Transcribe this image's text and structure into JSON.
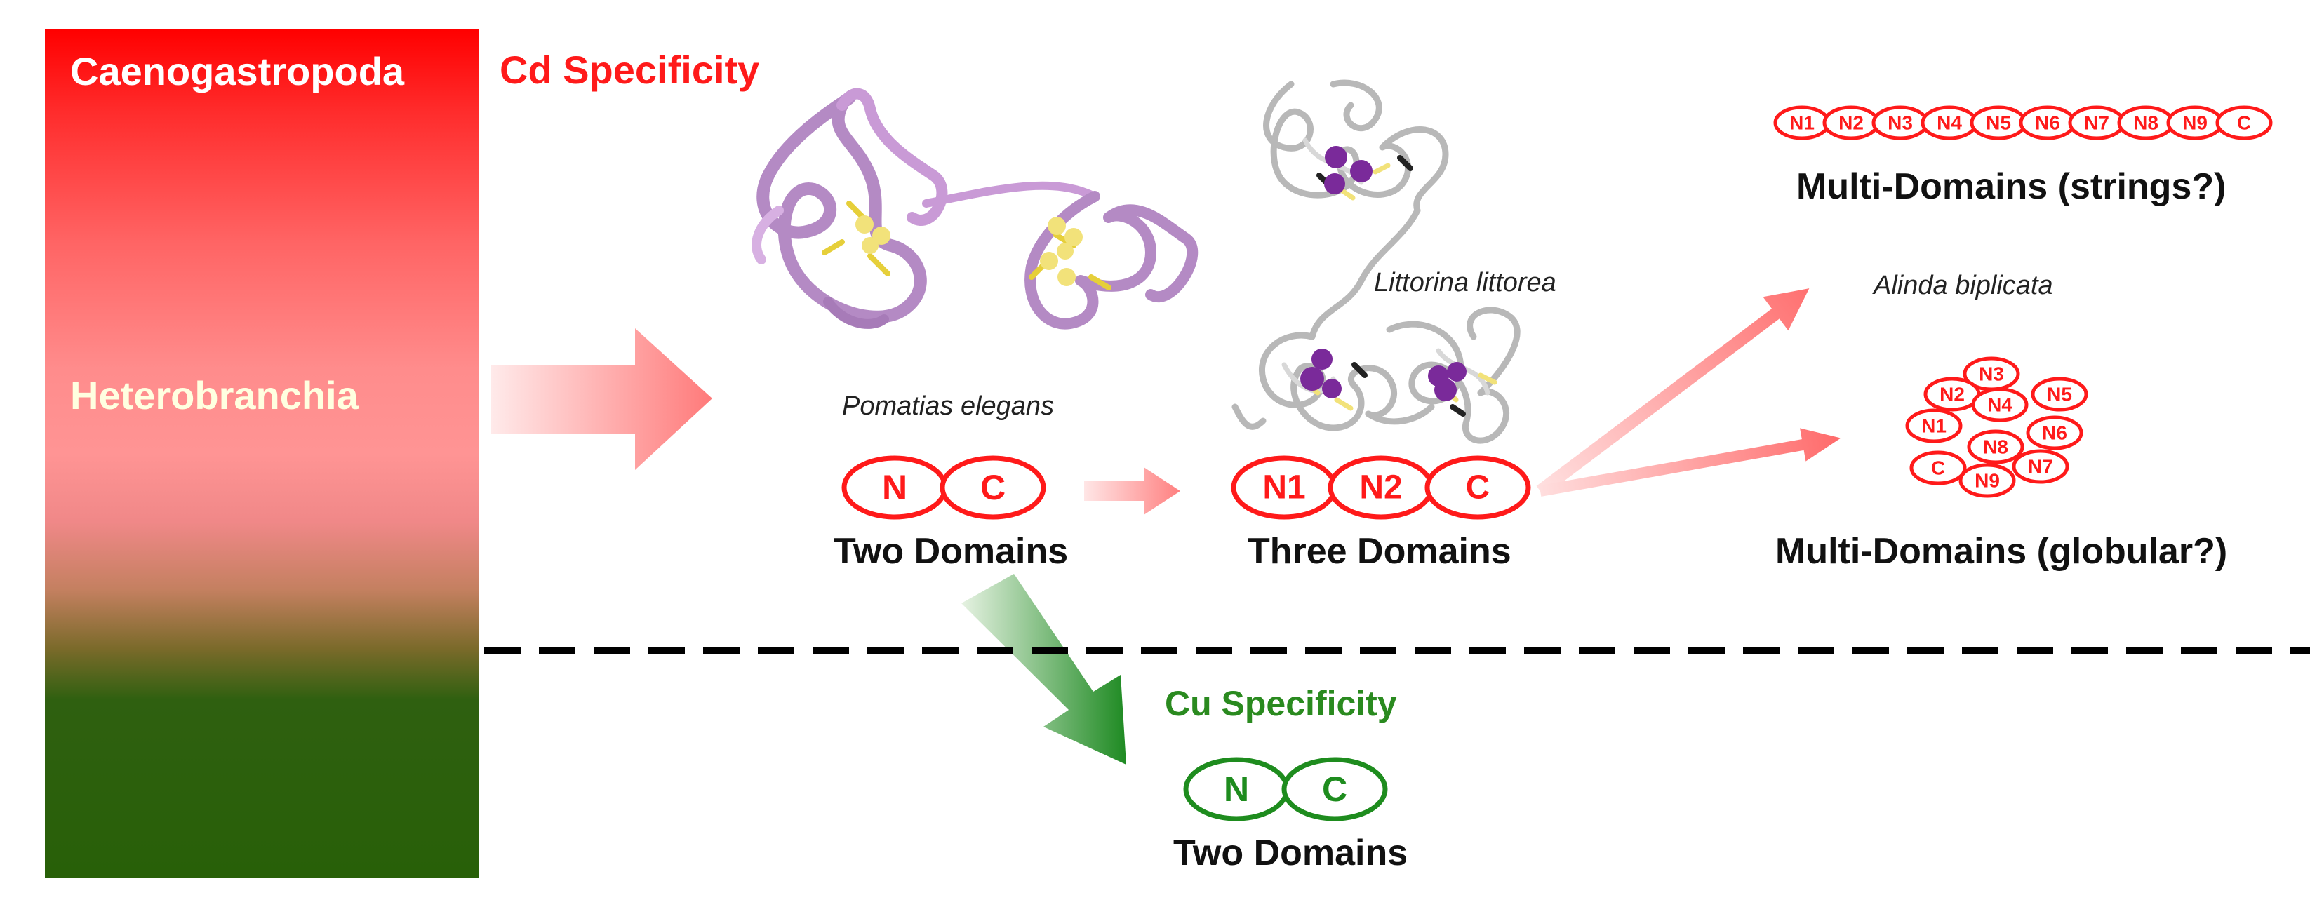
{
  "groups": {
    "top_label": "Caenogastropoda",
    "middle_label": "Heterobranchia",
    "colors": {
      "top": "#ff0000",
      "middle": "#ff9494",
      "bottom": "#286008"
    }
  },
  "cd_branch": {
    "title": "Cd Specificity",
    "color": "#ff1a1a",
    "two_domains": {
      "species": "Pomatias elegans",
      "domains": [
        "N",
        "C"
      ],
      "caption": "Two Domains"
    },
    "three_domains": {
      "species": "Littorina littorea",
      "domains": [
        "N1",
        "N2",
        "C"
      ],
      "caption": "Three Domains"
    },
    "multi_strings": {
      "domains": [
        "N1",
        "N2",
        "N3",
        "N4",
        "N5",
        "N6",
        "N7",
        "N8",
        "N9",
        "C"
      ],
      "caption": "Multi-Domains (strings?)"
    },
    "species_between": "Alinda biplicata",
    "multi_globular": {
      "domains": [
        "N3",
        "N2",
        "N4",
        "N5",
        "N1",
        "N6",
        "N8",
        "C",
        "N7",
        "N9"
      ],
      "caption": "Multi-Domains (globular?)"
    }
  },
  "cu_branch": {
    "title": "Cu Specificity",
    "color": "#1e8c1e",
    "two_domains": {
      "domains": [
        "N",
        "C"
      ],
      "caption": "Two Domains"
    }
  }
}
